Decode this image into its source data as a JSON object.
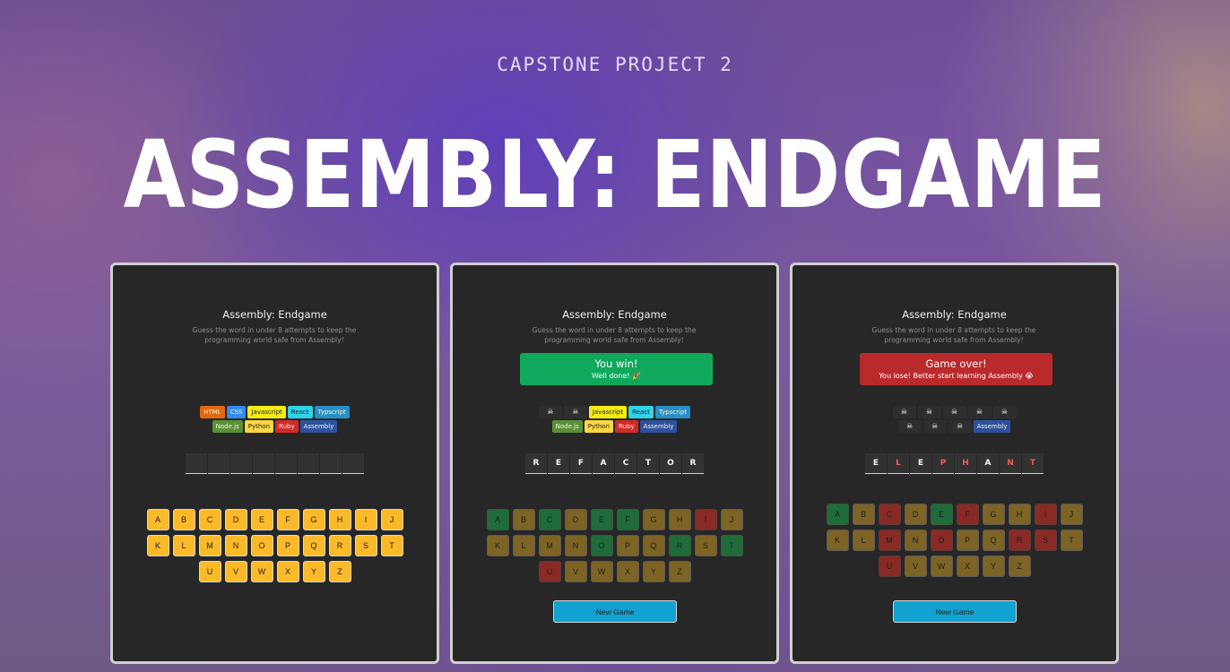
{
  "header": {
    "kicker": "CAPSTONE PROJECT 2",
    "title": "ASSEMBLY: ENDGAME"
  },
  "game": {
    "title": "Assembly: Endgame",
    "subtitle": "Guess the word in under 8 attempts to keep the programming world safe from Assembly!",
    "new_game_label": "New Game",
    "languages": [
      {
        "name": "HTML",
        "bg": "#e2680f",
        "fg": "#f9f4da"
      },
      {
        "name": "CSS",
        "bg": "#328af1",
        "fg": "#f9f4da"
      },
      {
        "name": "Javascript",
        "bg": "#f4eb13",
        "fg": "#1e1e1e"
      },
      {
        "name": "React",
        "bg": "#2ed3e9",
        "fg": "#1e1e1e"
      },
      {
        "name": "Typscript",
        "bg": "#298ec6",
        "fg": "#f9f4da"
      },
      {
        "name": "Node.js",
        "bg": "#599137",
        "fg": "#f9f4da"
      },
      {
        "name": "Python",
        "bg": "#ffd742",
        "fg": "#1e1e1e"
      },
      {
        "name": "Ruby",
        "bg": "#d02b2b",
        "fg": "#f9f4da"
      },
      {
        "name": "Assembly",
        "bg": "#2d519f",
        "fg": "#f9f4da"
      }
    ],
    "skull_icon": "☠",
    "keyboard_rows": [
      [
        "A",
        "B",
        "C",
        "D",
        "E",
        "F",
        "G",
        "H",
        "I",
        "J"
      ],
      [
        "K",
        "L",
        "M",
        "N",
        "O",
        "P",
        "Q",
        "R",
        "S",
        "T"
      ],
      [
        "U",
        "V",
        "W",
        "X",
        "Y",
        "Z"
      ]
    ]
  },
  "panels": [
    {
      "id": "start",
      "banner": null,
      "lost": [],
      "word": [
        "",
        "",
        "",
        "",
        "",
        "",
        "",
        ""
      ],
      "missed": [],
      "correct": [],
      "wrong": [],
      "show_new_game": false
    },
    {
      "id": "win",
      "banner": {
        "title": "You win!",
        "sub": "Well done! 🎉",
        "color": "#10a95b"
      },
      "lost": [
        "HTML",
        "CSS"
      ],
      "word": [
        "R",
        "E",
        "F",
        "A",
        "C",
        "T",
        "O",
        "R"
      ],
      "missed": [],
      "correct": [
        "A",
        "C",
        "E",
        "F",
        "O",
        "R",
        "T"
      ],
      "wrong": [
        "I",
        "U"
      ],
      "show_new_game": true
    },
    {
      "id": "lose",
      "banner": {
        "title": "Game over!",
        "sub": "You lose! Better start learning Assembly 😭",
        "color": "#ba2a2a"
      },
      "lost": [
        "HTML",
        "CSS",
        "Javascript",
        "React",
        "Typscript",
        "Node.js",
        "Python",
        "Ruby"
      ],
      "word": [
        "E",
        "L",
        "E",
        "P",
        "H",
        "A",
        "N",
        "T"
      ],
      "missed": [
        1,
        3,
        4,
        6,
        7
      ],
      "correct": [
        "A",
        "E"
      ],
      "wrong": [
        "C",
        "F",
        "I",
        "M",
        "O",
        "R",
        "S",
        "U"
      ],
      "show_new_game": true
    }
  ]
}
